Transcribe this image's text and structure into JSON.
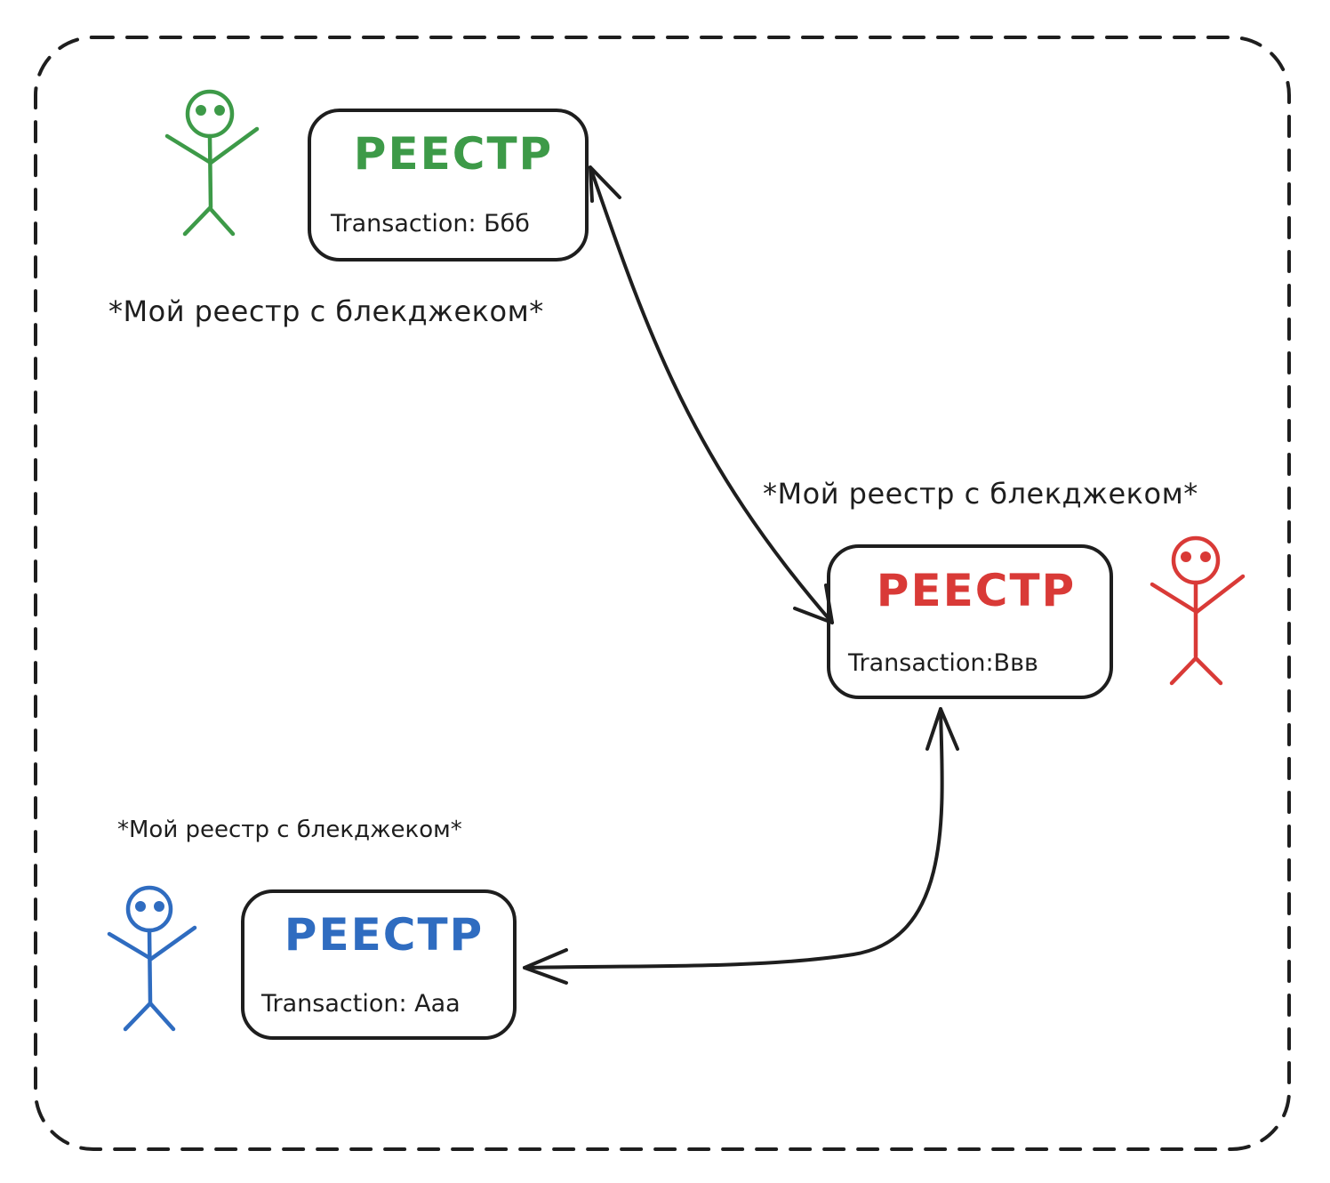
{
  "colors": {
    "green": "#3d9a48",
    "red": "#d93a37",
    "blue": "#2f6cc0",
    "ink": "#1e1e1e"
  },
  "nodes": {
    "green": {
      "title": "РЕЕСТР",
      "transaction": "Transaction: Ббб",
      "caption": "*Мой реестр с блекджеком*",
      "actor_icon": "stick-figure-icon"
    },
    "red": {
      "title": "РЕЕСТР",
      "transaction": "Transaction:Ввв",
      "caption": "*Мой реестр с блекджеком*",
      "actor_icon": "stick-figure-icon"
    },
    "blue": {
      "title": "РЕЕСТР",
      "transaction": "Transaction: Ааа",
      "caption": "*Мой реестр с блекджеком*",
      "actor_icon": "stick-figure-icon"
    }
  },
  "links": [
    {
      "from": "green",
      "to": "red",
      "style": "double-arrow"
    },
    {
      "from": "red",
      "to": "blue",
      "style": "double-arrow"
    }
  ]
}
